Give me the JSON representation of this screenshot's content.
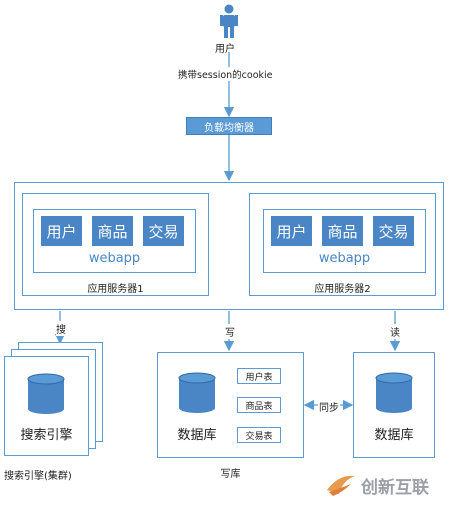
{
  "user": {
    "label": "用户"
  },
  "request_label": "携带session的cookie",
  "load_balancer": {
    "label": "负载均衡器"
  },
  "app_servers": [
    {
      "modules": [
        "用户",
        "商品",
        "交易"
      ],
      "app_name": "webapp",
      "caption": "应用服务器1"
    },
    {
      "modules": [
        "用户",
        "商品",
        "交易"
      ],
      "app_name": "webapp",
      "caption": "应用服务器2"
    }
  ],
  "edges": {
    "search": "搜",
    "write": "写",
    "read": "读",
    "sync": "同步"
  },
  "search_engine": {
    "label": "搜索引擎",
    "caption": "搜索引擎(集群)"
  },
  "write_db": {
    "label": "数据库",
    "tables": [
      "用户表",
      "商品表",
      "交易表"
    ],
    "caption": "写库"
  },
  "read_db": {
    "label": "数据库"
  },
  "watermark": {
    "text": "创新互联"
  },
  "colors": {
    "accent": "#5b9bd5",
    "module_fill": "#4a86c5",
    "cylinder": "#4a86c5",
    "line": "#5b9bd5"
  }
}
